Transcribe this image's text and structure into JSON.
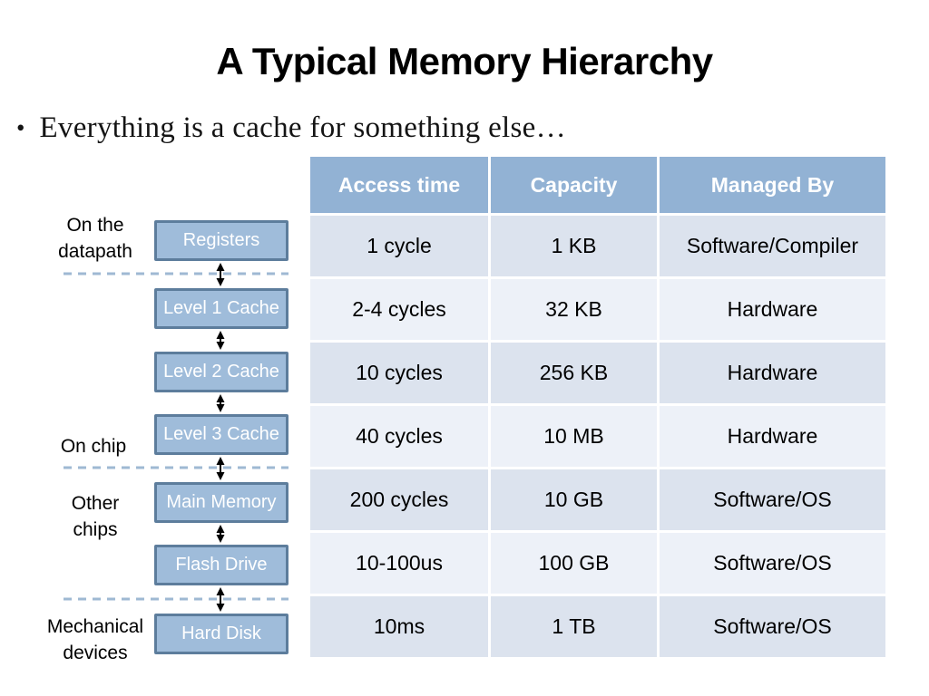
{
  "title": "A Typical Memory Hierarchy",
  "bullet": "Everything is a cache for something else…",
  "bullet_marker": "•",
  "diagram": {
    "group_labels": [
      {
        "text": "On the\ndatapath"
      },
      {
        "text": "On chip"
      },
      {
        "text": "Other\nchips"
      },
      {
        "text": "Mechanical\ndevices"
      }
    ],
    "boxes": [
      {
        "label": "Registers"
      },
      {
        "label": "Level 1 Cache"
      },
      {
        "label": "Level 2 Cache"
      },
      {
        "label": "Level 3 Cache"
      },
      {
        "label": "Main Memory"
      },
      {
        "label": "Flash Drive"
      },
      {
        "label": "Hard Disk"
      }
    ]
  },
  "table": {
    "headers": [
      "Access time",
      "Capacity",
      "Managed By"
    ],
    "rows": [
      [
        "1 cycle",
        "1 KB",
        "Software/Compiler"
      ],
      [
        "2-4 cycles",
        "32 KB",
        "Hardware"
      ],
      [
        "10 cycles",
        "256 KB",
        "Hardware"
      ],
      [
        "40 cycles",
        "10 MB",
        "Hardware"
      ],
      [
        "200 cycles",
        "10 GB",
        "Software/OS"
      ],
      [
        "10-100us",
        "100 GB",
        "Software/OS"
      ],
      [
        "10ms",
        "1 TB",
        "Software/OS"
      ]
    ]
  },
  "colors": {
    "table_header_bg": "#92B2D4",
    "table_header_text": "#FFFFFF",
    "row_dark": "#DCE3EE",
    "row_light": "#EDF1F8",
    "box_fill": "#9FBCDA",
    "box_border": "#5D7D9C",
    "box_text": "#FFFFFF",
    "dashed_line": "#9FB9D3",
    "arrow": "#000000",
    "background": "#FFFFFF"
  }
}
